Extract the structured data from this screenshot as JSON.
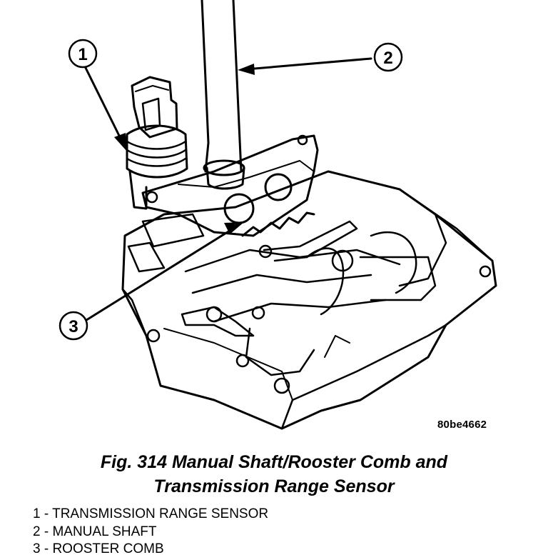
{
  "figure": {
    "callouts": [
      {
        "number": "1"
      },
      {
        "number": "2"
      },
      {
        "number": "3"
      }
    ],
    "image_code": "80be4662"
  },
  "caption": {
    "line1": "Fig. 314 Manual Shaft/Rooster Comb and",
    "line2": "Transmission Range Sensor"
  },
  "legend": [
    "1 - TRANSMISSION RANGE SENSOR",
    "2 - MANUAL SHAFT",
    "3 - ROOSTER COMB"
  ]
}
